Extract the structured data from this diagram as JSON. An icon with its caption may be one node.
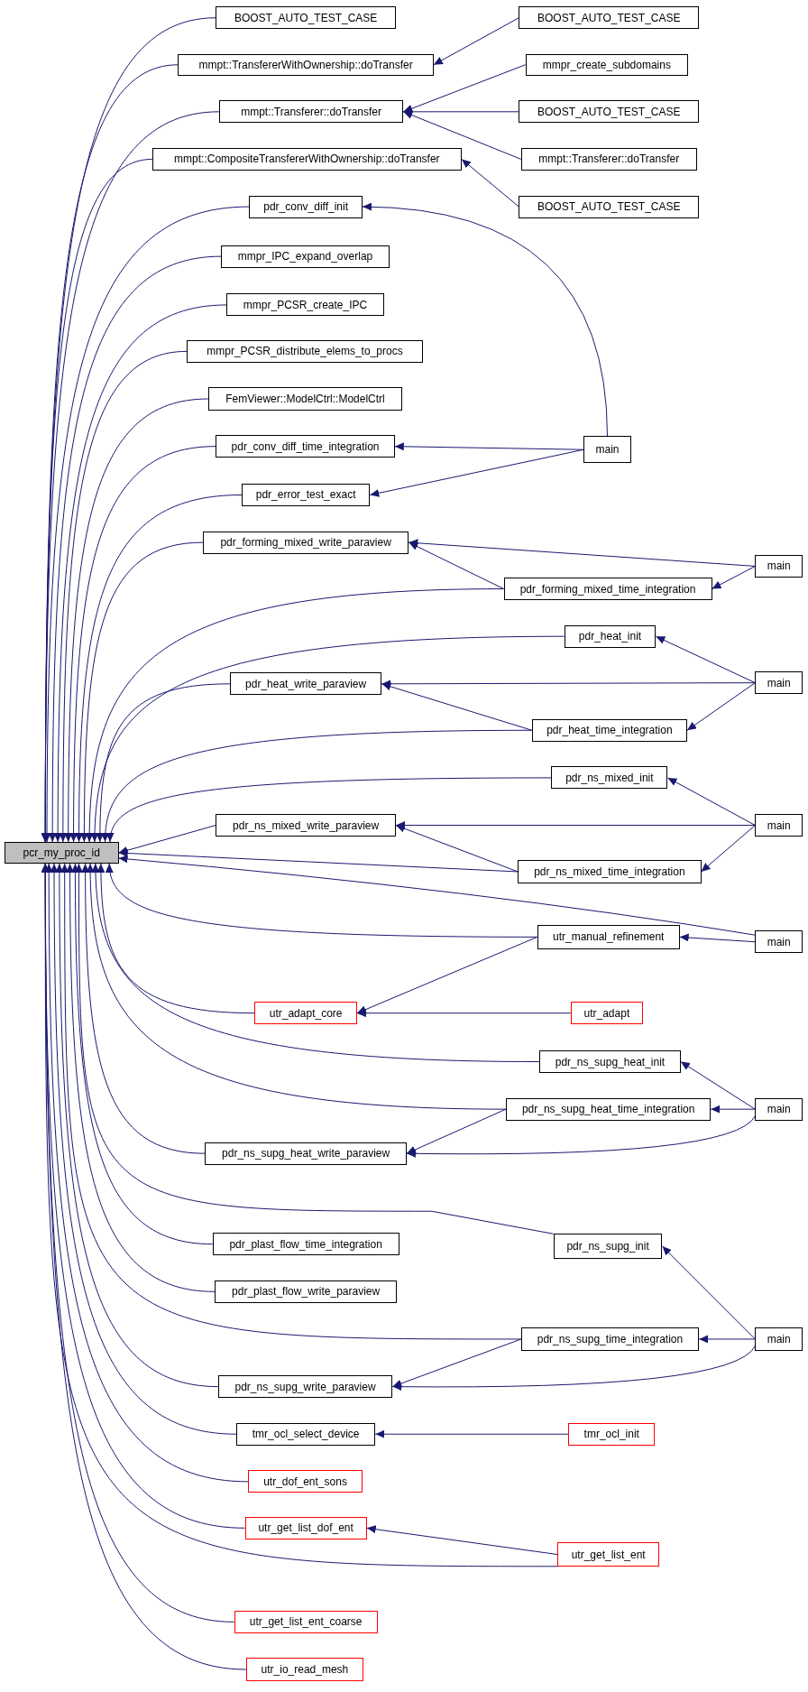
{
  "diagram": {
    "nodes": [
      {
        "text": [
          "pcr_my_proc_id"
        ]
      },
      {
        "text": [
          "BOOST_AUTO_TEST_CASE"
        ]
      },
      {
        "text": [
          "mmpt::TransfererWithOwnership::doTransfer"
        ]
      },
      {
        "text": [
          "mmpt::Transferer::doTransfer"
        ]
      },
      {
        "text": [
          "mmpt::CompositeTransfererWithOwnership::doTransfer"
        ]
      },
      {
        "text": [
          "pdr_conv_diff_init"
        ]
      },
      {
        "text": [
          "mmpr_IPC_expand_overlap"
        ]
      },
      {
        "text": [
          "mmpr_PCSR_create_IPC"
        ]
      },
      {
        "text": [
          "mmpr_PCSR_distribute_elems_to_procs"
        ]
      },
      {
        "text": [
          "FemViewer::ModelCtrl::ModelCtrl"
        ]
      },
      {
        "text": [
          "pdr_conv_diff_time_integration"
        ]
      },
      {
        "text": [
          "pdr_error_test_exact"
        ]
      },
      {
        "text": [
          "pdr_forming_mixed_write_paraview"
        ]
      },
      {
        "text": [
          "pdr_heat_write_paraview"
        ]
      },
      {
        "text": [
          "pdr_ns_mixed_write_paraview"
        ]
      },
      {
        "text": [
          "utr_adapt_core"
        ]
      },
      {
        "text": [
          "pdr_ns_supg_heat_write_paraview"
        ]
      },
      {
        "text": [
          "pdr_plast_flow_time_integration"
        ]
      },
      {
        "text": [
          "pdr_plast_flow_write_paraview"
        ]
      },
      {
        "text": [
          "pdr_ns_supg_write_paraview"
        ]
      },
      {
        "text": [
          "tmr_ocl_select_device"
        ]
      },
      {
        "text": [
          "utr_dof_ent_sons"
        ]
      },
      {
        "text": [
          "utr_get_list_dof_ent"
        ]
      },
      {
        "text": [
          "utr_get_list_ent_coarse"
        ]
      },
      {
        "text": [
          "utr_io_read_mesh"
        ]
      },
      {
        "text": [
          "BOOST_AUTO_TEST_CASE"
        ]
      },
      {
        "text": [
          "mmpr_create_subdomains"
        ]
      },
      {
        "text": [
          "BOOST_AUTO_TEST_CASE"
        ]
      },
      {
        "text": [
          "mmpt::Transferer::doTransfer"
        ]
      },
      {
        "text": [
          "BOOST_AUTO_TEST_CASE"
        ]
      },
      {
        "text": [
          "main"
        ]
      },
      {
        "text": [
          "pdr_forming_mixed_time_integration"
        ]
      },
      {
        "text": [
          "pdr_heat_init"
        ]
      },
      {
        "text": [
          "pdr_heat_time_integration"
        ]
      },
      {
        "text": [
          "pdr_ns_mixed_init"
        ]
      },
      {
        "text": [
          "pdr_ns_mixed_time_integration"
        ]
      },
      {
        "text": [
          "main"
        ]
      },
      {
        "text": [
          "utr_manual_refinement"
        ]
      },
      {
        "text": [
          "utr_adapt"
        ]
      },
      {
        "text": [
          "pdr_ns_supg_heat_init"
        ]
      },
      {
        "text": [
          "pdr_ns_supg_heat_time_integration"
        ]
      },
      {
        "text": [
          "pdr_ns_supg_init"
        ]
      },
      {
        "text": [
          "pdr_ns_supg_time_integration"
        ]
      },
      {
        "text": [
          "tmr_ocl_init"
        ]
      },
      {
        "text": [
          "utr_get_list_ent"
        ]
      },
      {
        "text": [
          "main"
        ]
      },
      {
        "text": [
          "main"
        ]
      },
      {
        "text": [
          "main"
        ]
      },
      {
        "text": [
          "main"
        ]
      },
      {
        "text": [
          "main"
        ]
      }
    ],
    "edges": [
      {
        "from": 1,
        "to": 0,
        "arrow": "to"
      },
      {
        "from": 2,
        "to": 0,
        "arrow": "to"
      },
      {
        "from": 3,
        "to": 0,
        "arrow": "to"
      },
      {
        "from": 4,
        "to": 0,
        "arrow": "to"
      },
      {
        "from": 5,
        "to": 0,
        "arrow": "to"
      },
      {
        "from": 6,
        "to": 0,
        "arrow": "to"
      },
      {
        "from": 7,
        "to": 0,
        "arrow": "to"
      },
      {
        "from": 8,
        "to": 0,
        "arrow": "to"
      },
      {
        "from": 9,
        "to": 0,
        "arrow": "to"
      },
      {
        "from": 10,
        "to": 0,
        "arrow": "to"
      },
      {
        "from": 11,
        "to": 0,
        "arrow": "to"
      },
      {
        "from": 12,
        "to": 0,
        "arrow": "to"
      },
      {
        "from": 13,
        "to": 0,
        "arrow": "to"
      },
      {
        "from": 14,
        "to": 0,
        "arrow": "to"
      },
      {
        "from": 15,
        "to": 0,
        "arrow": "to"
      },
      {
        "from": 16,
        "to": 0,
        "arrow": "to"
      },
      {
        "from": 17,
        "to": 0,
        "arrow": "to"
      },
      {
        "from": 18,
        "to": 0,
        "arrow": "to"
      },
      {
        "from": 19,
        "to": 0,
        "arrow": "to"
      },
      {
        "from": 20,
        "to": 0,
        "arrow": "to"
      },
      {
        "from": 21,
        "to": 0,
        "arrow": "to"
      },
      {
        "from": 22,
        "to": 0,
        "arrow": "to"
      },
      {
        "from": 23,
        "to": 0,
        "arrow": "to"
      },
      {
        "from": 24,
        "to": 0,
        "arrow": "to"
      },
      {
        "from": 31,
        "to": 0,
        "arrow": "to"
      },
      {
        "from": 32,
        "to": 0,
        "arrow": "to"
      },
      {
        "from": 33,
        "to": 0,
        "arrow": "to"
      },
      {
        "from": 34,
        "to": 0,
        "arrow": "to"
      },
      {
        "from": 35,
        "to": 0,
        "arrow": "to"
      },
      {
        "from": 36,
        "to": 0,
        "arrow": "to"
      },
      {
        "from": 37,
        "to": 0,
        "arrow": "to"
      },
      {
        "from": 39,
        "to": 0,
        "arrow": "to"
      },
      {
        "from": 40,
        "to": 0,
        "arrow": "to"
      },
      {
        "from": 41,
        "to": 0,
        "arrow": "to"
      },
      {
        "from": 42,
        "to": 0,
        "arrow": "to"
      },
      {
        "from": 44,
        "to": 0,
        "arrow": "to"
      },
      {
        "from": 25,
        "to": 2,
        "arrow": "to"
      },
      {
        "from": 26,
        "to": 3,
        "arrow": "to"
      },
      {
        "from": 27,
        "to": 3,
        "arrow": "to"
      },
      {
        "from": 28,
        "to": 3,
        "arrow": "to"
      },
      {
        "from": 29,
        "to": 4,
        "arrow": "to"
      },
      {
        "from": 30,
        "to": 5,
        "arrow": "to"
      },
      {
        "from": 30,
        "to": 10,
        "arrow": "to"
      },
      {
        "from": 30,
        "to": 11,
        "arrow": "to"
      },
      {
        "from": 31,
        "to": 12,
        "arrow": "to"
      },
      {
        "from": 33,
        "to": 13,
        "arrow": "to"
      },
      {
        "from": 35,
        "to": 14,
        "arrow": "to"
      },
      {
        "from": 37,
        "to": 15,
        "arrow": "to"
      },
      {
        "from": 38,
        "to": 15,
        "arrow": "to"
      },
      {
        "from": 40,
        "to": 16,
        "arrow": "to"
      },
      {
        "from": 42,
        "to": 19,
        "arrow": "to"
      },
      {
        "from": 43,
        "to": 20,
        "arrow": "to"
      },
      {
        "from": 44,
        "to": 22,
        "arrow": "to"
      },
      {
        "from": 45,
        "to": 12,
        "arrow": "to"
      },
      {
        "from": 45,
        "to": 31,
        "arrow": "to"
      },
      {
        "from": 46,
        "to": 32,
        "arrow": "to"
      },
      {
        "from": 46,
        "to": 13,
        "arrow": "to"
      },
      {
        "from": 46,
        "to": 33,
        "arrow": "to"
      },
      {
        "from": 47,
        "to": 34,
        "arrow": "to"
      },
      {
        "from": 47,
        "to": 14,
        "arrow": "to"
      },
      {
        "from": 47,
        "to": 35,
        "arrow": "to"
      },
      {
        "from": 36,
        "to": 37,
        "arrow": "to"
      },
      {
        "from": 48,
        "to": 39,
        "arrow": "to"
      },
      {
        "from": 48,
        "to": 40,
        "arrow": "to"
      },
      {
        "from": 48,
        "to": 16,
        "arrow": "to"
      },
      {
        "from": 49,
        "to": 41,
        "arrow": "to"
      },
      {
        "from": 49,
        "to": 42,
        "arrow": "to"
      },
      {
        "from": 49,
        "to": 19,
        "arrow": "to"
      }
    ]
  }
}
